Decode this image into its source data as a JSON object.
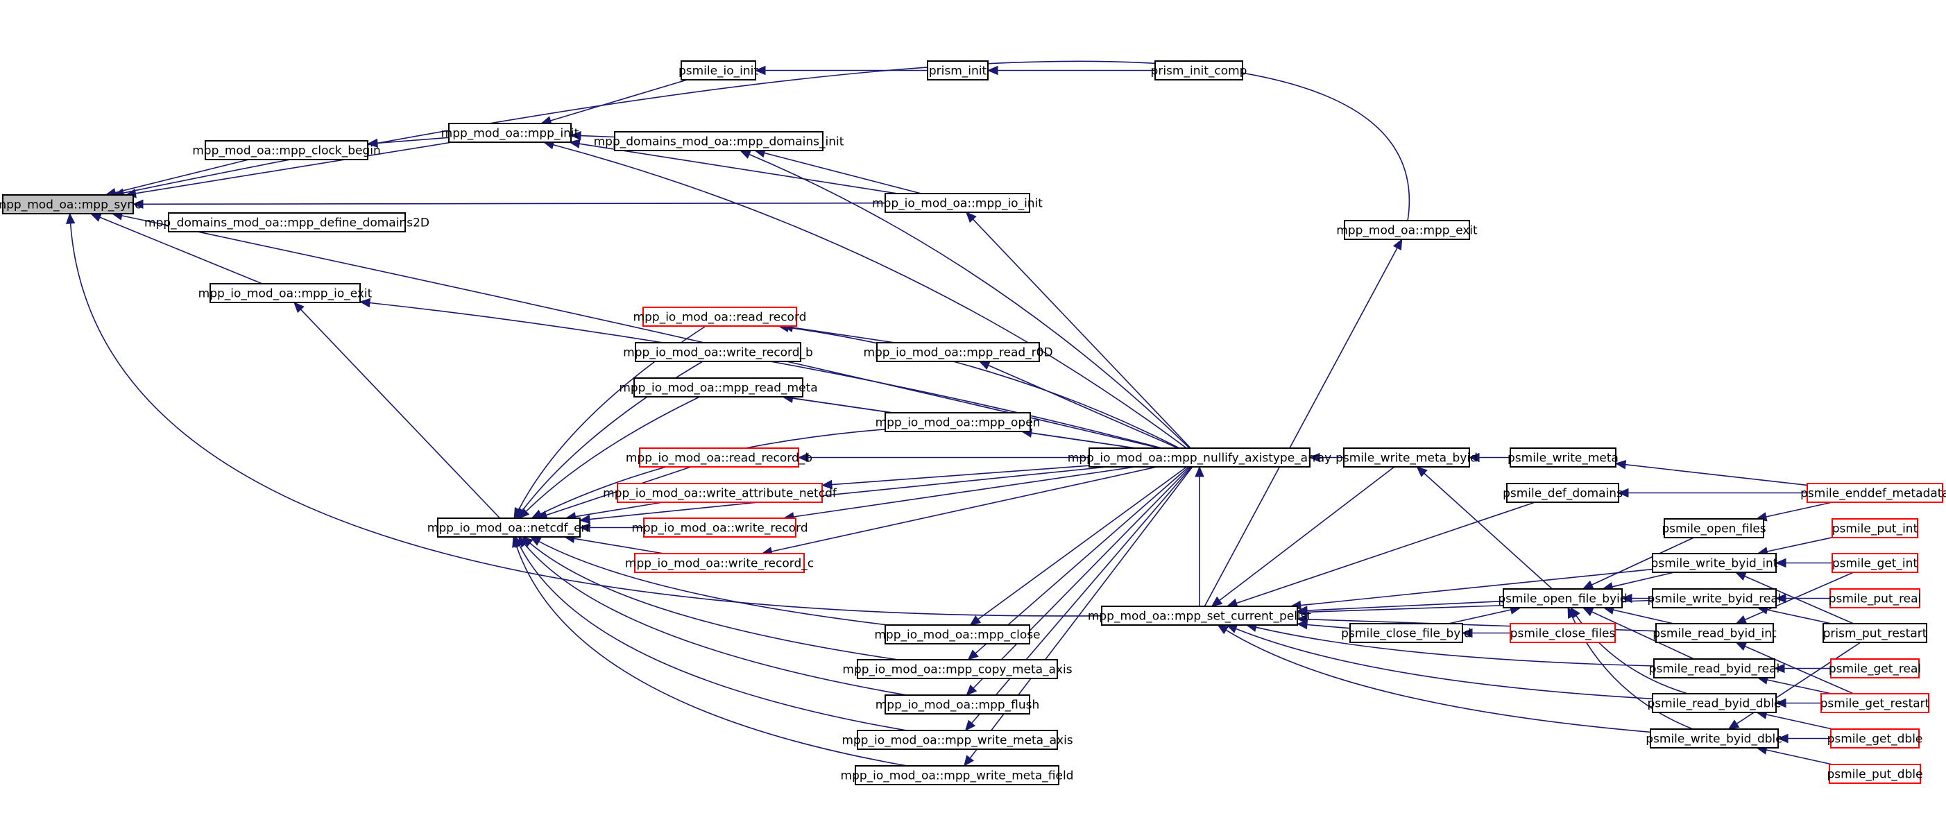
{
  "graph": {
    "edge_color": "#191970",
    "linked_border_color": "#ff0000",
    "root_fill": "#bfbfbf",
    "nodes": [
      {
        "id": "mpp_sync",
        "label": "mpp_mod_oa::mpp_sync",
        "style": "root"
      },
      {
        "id": "mpp_clock_begin",
        "label": "mpp_mod_oa::mpp_clock_begin",
        "style": "plain"
      },
      {
        "id": "mpp_init",
        "label": "mpp_mod_oa::mpp_init",
        "style": "plain"
      },
      {
        "id": "psmile_io_init",
        "label": "psmile_io_init",
        "style": "plain"
      },
      {
        "id": "prism_init",
        "label": "prism_init",
        "style": "plain"
      },
      {
        "id": "prism_init_comp",
        "label": "prism_init_comp",
        "style": "plain"
      },
      {
        "id": "mpp_domains_init",
        "label": "mpp_domains_mod_oa::mpp_domains_init",
        "style": "plain"
      },
      {
        "id": "mpp_define_domains2D",
        "label": "mpp_domains_mod_oa::mpp_define_domains2D",
        "style": "plain"
      },
      {
        "id": "mpp_io_init",
        "label": "mpp_io_mod_oa::mpp_io_init",
        "style": "plain"
      },
      {
        "id": "mpp_io_exit",
        "label": "mpp_io_mod_oa::mpp_io_exit",
        "style": "plain"
      },
      {
        "id": "mpp_exit",
        "label": "mpp_mod_oa::mpp_exit",
        "style": "plain"
      },
      {
        "id": "read_record",
        "label": "mpp_io_mod_oa::read_record",
        "style": "linked"
      },
      {
        "id": "write_record_b",
        "label": "mpp_io_mod_oa::write_record_b",
        "style": "plain"
      },
      {
        "id": "mpp_read_r0D",
        "label": "mpp_io_mod_oa::mpp_read_r0D",
        "style": "plain"
      },
      {
        "id": "mpp_read_meta",
        "label": "mpp_io_mod_oa::mpp_read_meta",
        "style": "plain"
      },
      {
        "id": "mpp_open",
        "label": "mpp_io_mod_oa::mpp_open",
        "style": "plain"
      },
      {
        "id": "read_record_b",
        "label": "mpp_io_mod_oa::read_record_b",
        "style": "linked"
      },
      {
        "id": "nullify",
        "label": "mpp_io_mod_oa::mpp_nullify_axistype_array",
        "style": "plain"
      },
      {
        "id": "write_attribute_netcdf",
        "label": "mpp_io_mod_oa::write_attribute_netcdf",
        "style": "linked"
      },
      {
        "id": "netcdf_err",
        "label": "mpp_io_mod_oa::netcdf_err",
        "style": "plain"
      },
      {
        "id": "write_record",
        "label": "mpp_io_mod_oa::write_record",
        "style": "linked"
      },
      {
        "id": "write_record_c",
        "label": "mpp_io_mod_oa::write_record_c",
        "style": "linked"
      },
      {
        "id": "mpp_close",
        "label": "mpp_io_mod_oa::mpp_close",
        "style": "plain"
      },
      {
        "id": "mpp_copy_meta_axis",
        "label": "mpp_io_mod_oa::mpp_copy_meta_axis",
        "style": "plain"
      },
      {
        "id": "mpp_flush",
        "label": "mpp_io_mod_oa::mpp_flush",
        "style": "plain"
      },
      {
        "id": "mpp_write_meta_axis",
        "label": "mpp_io_mod_oa::mpp_write_meta_axis",
        "style": "plain"
      },
      {
        "id": "mpp_write_meta_field",
        "label": "mpp_io_mod_oa::mpp_write_meta_field",
        "style": "plain"
      },
      {
        "id": "set_current_pelist",
        "label": "mpp_mod_oa::mpp_set_current_pelist",
        "style": "plain"
      },
      {
        "id": "psmile_write_meta_byid",
        "label": "psmile_write_meta_byid",
        "style": "plain"
      },
      {
        "id": "psmile_write_meta",
        "label": "psmile_write_meta",
        "style": "plain"
      },
      {
        "id": "psmile_enddef_metadata",
        "label": "psmile_enddef_metadata",
        "style": "linked"
      },
      {
        "id": "psmile_def_domains",
        "label": "psmile_def_domains",
        "style": "plain"
      },
      {
        "id": "psmile_open_files",
        "label": "psmile_open_files",
        "style": "plain"
      },
      {
        "id": "psmile_write_byid_int",
        "label": "psmile_write_byid_int",
        "style": "plain"
      },
      {
        "id": "psmile_put_int",
        "label": "psmile_put_int",
        "style": "linked"
      },
      {
        "id": "psmile_get_int",
        "label": "psmile_get_int",
        "style": "linked"
      },
      {
        "id": "psmile_open_file_byid",
        "label": "psmile_open_file_byid",
        "style": "plain"
      },
      {
        "id": "psmile_write_byid_real",
        "label": "psmile_write_byid_real",
        "style": "plain"
      },
      {
        "id": "psmile_put_real",
        "label": "psmile_put_real",
        "style": "linked"
      },
      {
        "id": "psmile_close_file_byid",
        "label": "psmile_close_file_byid",
        "style": "plain"
      },
      {
        "id": "psmile_close_files",
        "label": "psmile_close_files",
        "style": "linked"
      },
      {
        "id": "psmile_read_byid_int",
        "label": "psmile_read_byid_int",
        "style": "plain"
      },
      {
        "id": "prism_put_restart",
        "label": "prism_put_restart",
        "style": "plain"
      },
      {
        "id": "psmile_read_byid_real",
        "label": "psmile_read_byid_real",
        "style": "plain"
      },
      {
        "id": "psmile_get_real",
        "label": "psmile_get_real",
        "style": "linked"
      },
      {
        "id": "psmile_read_byid_dble",
        "label": "psmile_read_byid_dble",
        "style": "plain"
      },
      {
        "id": "psmile_get_restart",
        "label": "psmile_get_restart",
        "style": "linked"
      },
      {
        "id": "psmile_write_byid_dble",
        "label": "psmile_write_byid_dble",
        "style": "plain"
      },
      {
        "id": "psmile_get_dble",
        "label": "psmile_get_dble",
        "style": "linked"
      },
      {
        "id": "psmile_put_dble",
        "label": "psmile_put_dble",
        "style": "linked"
      }
    ],
    "edges": [
      {
        "caller": "mpp_exit",
        "callee": "mpp_sync"
      },
      {
        "caller": "mpp_init",
        "callee": "mpp_sync"
      },
      {
        "caller": "mpp_clock_begin",
        "callee": "mpp_sync"
      },
      {
        "caller": "mpp_io_init",
        "callee": "mpp_sync"
      },
      {
        "caller": "nullify",
        "callee": "mpp_sync"
      },
      {
        "caller": "mpp_io_exit",
        "callee": "mpp_sync"
      },
      {
        "caller": "set_current_pelist",
        "callee": "mpp_sync"
      },
      {
        "caller": "mpp_init",
        "callee": "mpp_clock_begin"
      },
      {
        "caller": "psmile_io_init",
        "callee": "mpp_init"
      },
      {
        "caller": "prism_init",
        "callee": "psmile_io_init"
      },
      {
        "caller": "prism_init_comp",
        "callee": "prism_init"
      },
      {
        "caller": "mpp_domains_init",
        "callee": "mpp_init"
      },
      {
        "caller": "mpp_io_init",
        "callee": "mpp_init"
      },
      {
        "caller": "nullify",
        "callee": "mpp_init"
      },
      {
        "caller": "mpp_io_init",
        "callee": "mpp_domains_init"
      },
      {
        "caller": "nullify",
        "callee": "mpp_domains_init"
      },
      {
        "caller": "nullify",
        "callee": "mpp_io_init"
      },
      {
        "caller": "nullify",
        "callee": "mpp_io_exit"
      },
      {
        "caller": "netcdf_err",
        "callee": "mpp_io_exit"
      },
      {
        "caller": "set_current_pelist",
        "callee": "mpp_exit"
      },
      {
        "caller": "read_record",
        "callee": "netcdf_err"
      },
      {
        "caller": "write_record_b",
        "callee": "netcdf_err"
      },
      {
        "caller": "mpp_read_meta",
        "callee": "netcdf_err"
      },
      {
        "caller": "mpp_open",
        "callee": "netcdf_err"
      },
      {
        "caller": "read_record_b",
        "callee": "netcdf_err"
      },
      {
        "caller": "write_attribute_netcdf",
        "callee": "netcdf_err"
      },
      {
        "caller": "write_record",
        "callee": "netcdf_err"
      },
      {
        "caller": "write_record_c",
        "callee": "netcdf_err"
      },
      {
        "caller": "nullify",
        "callee": "netcdf_err"
      },
      {
        "caller": "mpp_close",
        "callee": "netcdf_err"
      },
      {
        "caller": "mpp_copy_meta_axis",
        "callee": "netcdf_err"
      },
      {
        "caller": "mpp_flush",
        "callee": "netcdf_err"
      },
      {
        "caller": "mpp_write_meta_axis",
        "callee": "netcdf_err"
      },
      {
        "caller": "mpp_write_meta_field",
        "callee": "netcdf_err"
      },
      {
        "caller": "mpp_read_r0D",
        "callee": "read_record"
      },
      {
        "caller": "nullify",
        "callee": "read_record"
      },
      {
        "caller": "nullify",
        "callee": "mpp_read_r0D"
      },
      {
        "caller": "mpp_open",
        "callee": "mpp_read_meta"
      },
      {
        "caller": "nullify",
        "callee": "mpp_read_meta"
      },
      {
        "caller": "nullify",
        "callee": "mpp_open"
      },
      {
        "caller": "nullify",
        "callee": "read_record_b"
      },
      {
        "caller": "nullify",
        "callee": "write_attribute_netcdf"
      },
      {
        "caller": "nullify",
        "callee": "write_record"
      },
      {
        "caller": "nullify",
        "callee": "write_record_c"
      },
      {
        "caller": "nullify",
        "callee": "mpp_close"
      },
      {
        "caller": "nullify",
        "callee": "mpp_copy_meta_axis"
      },
      {
        "caller": "nullify",
        "callee": "mpp_flush"
      },
      {
        "caller": "nullify",
        "callee": "mpp_write_meta_axis"
      },
      {
        "caller": "nullify",
        "callee": "mpp_write_meta_field"
      },
      {
        "caller": "psmile_write_meta_byid",
        "callee": "nullify"
      },
      {
        "caller": "set_current_pelist",
        "callee": "nullify"
      },
      {
        "caller": "psmile_write_meta_byid",
        "callee": "set_current_pelist"
      },
      {
        "caller": "psmile_def_domains",
        "callee": "set_current_pelist"
      },
      {
        "caller": "psmile_write_byid_int",
        "callee": "set_current_pelist"
      },
      {
        "caller": "psmile_write_byid_real",
        "callee": "set_current_pelist"
      },
      {
        "caller": "psmile_open_file_byid",
        "callee": "set_current_pelist"
      },
      {
        "caller": "psmile_close_file_byid",
        "callee": "set_current_pelist"
      },
      {
        "caller": "psmile_read_byid_int",
        "callee": "set_current_pelist"
      },
      {
        "caller": "psmile_read_byid_real",
        "callee": "set_current_pelist"
      },
      {
        "caller": "psmile_read_byid_dble",
        "callee": "set_current_pelist"
      },
      {
        "caller": "psmile_write_byid_dble",
        "callee": "set_current_pelist"
      },
      {
        "caller": "psmile_write_meta",
        "callee": "psmile_write_meta_byid"
      },
      {
        "caller": "psmile_enddef_metadata",
        "callee": "psmile_write_meta"
      },
      {
        "caller": "psmile_enddef_metadata",
        "callee": "psmile_def_domains"
      },
      {
        "caller": "psmile_open_file_byid",
        "callee": "psmile_write_meta_byid"
      },
      {
        "caller": "psmile_enddef_metadata",
        "callee": "psmile_open_files"
      },
      {
        "caller": "psmile_open_files",
        "callee": "psmile_open_file_byid"
      },
      {
        "caller": "psmile_write_byid_int",
        "callee": "psmile_open_file_byid"
      },
      {
        "caller": "psmile_write_byid_real",
        "callee": "psmile_open_file_byid"
      },
      {
        "caller": "psmile_read_byid_int",
        "callee": "psmile_open_file_byid"
      },
      {
        "caller": "psmile_read_byid_real",
        "callee": "psmile_open_file_byid"
      },
      {
        "caller": "psmile_read_byid_dble",
        "callee": "psmile_open_file_byid"
      },
      {
        "caller": "psmile_write_byid_dble",
        "callee": "psmile_open_file_byid"
      },
      {
        "caller": "psmile_close_file_byid",
        "callee": "psmile_open_file_byid"
      },
      {
        "caller": "psmile_close_files",
        "callee": "psmile_close_file_byid"
      },
      {
        "caller": "psmile_put_int",
        "callee": "psmile_write_byid_int"
      },
      {
        "caller": "psmile_get_int",
        "callee": "psmile_write_byid_int"
      },
      {
        "caller": "prism_put_restart",
        "callee": "psmile_write_byid_int"
      },
      {
        "caller": "psmile_put_real",
        "callee": "psmile_write_byid_real"
      },
      {
        "caller": "prism_put_restart",
        "callee": "psmile_write_byid_real"
      },
      {
        "caller": "psmile_get_int",
        "callee": "psmile_read_byid_int"
      },
      {
        "caller": "psmile_get_restart",
        "callee": "psmile_read_byid_int"
      },
      {
        "caller": "psmile_get_real",
        "callee": "psmile_read_byid_real"
      },
      {
        "caller": "psmile_get_restart",
        "callee": "psmile_read_byid_real"
      },
      {
        "caller": "psmile_get_dble",
        "callee": "psmile_read_byid_dble"
      },
      {
        "caller": "psmile_get_restart",
        "callee": "psmile_read_byid_dble"
      },
      {
        "caller": "psmile_get_dble",
        "callee": "psmile_write_byid_dble"
      },
      {
        "caller": "psmile_put_dble",
        "callee": "psmile_write_byid_dble"
      },
      {
        "caller": "prism_put_restart",
        "callee": "psmile_write_byid_dble"
      }
    ]
  }
}
